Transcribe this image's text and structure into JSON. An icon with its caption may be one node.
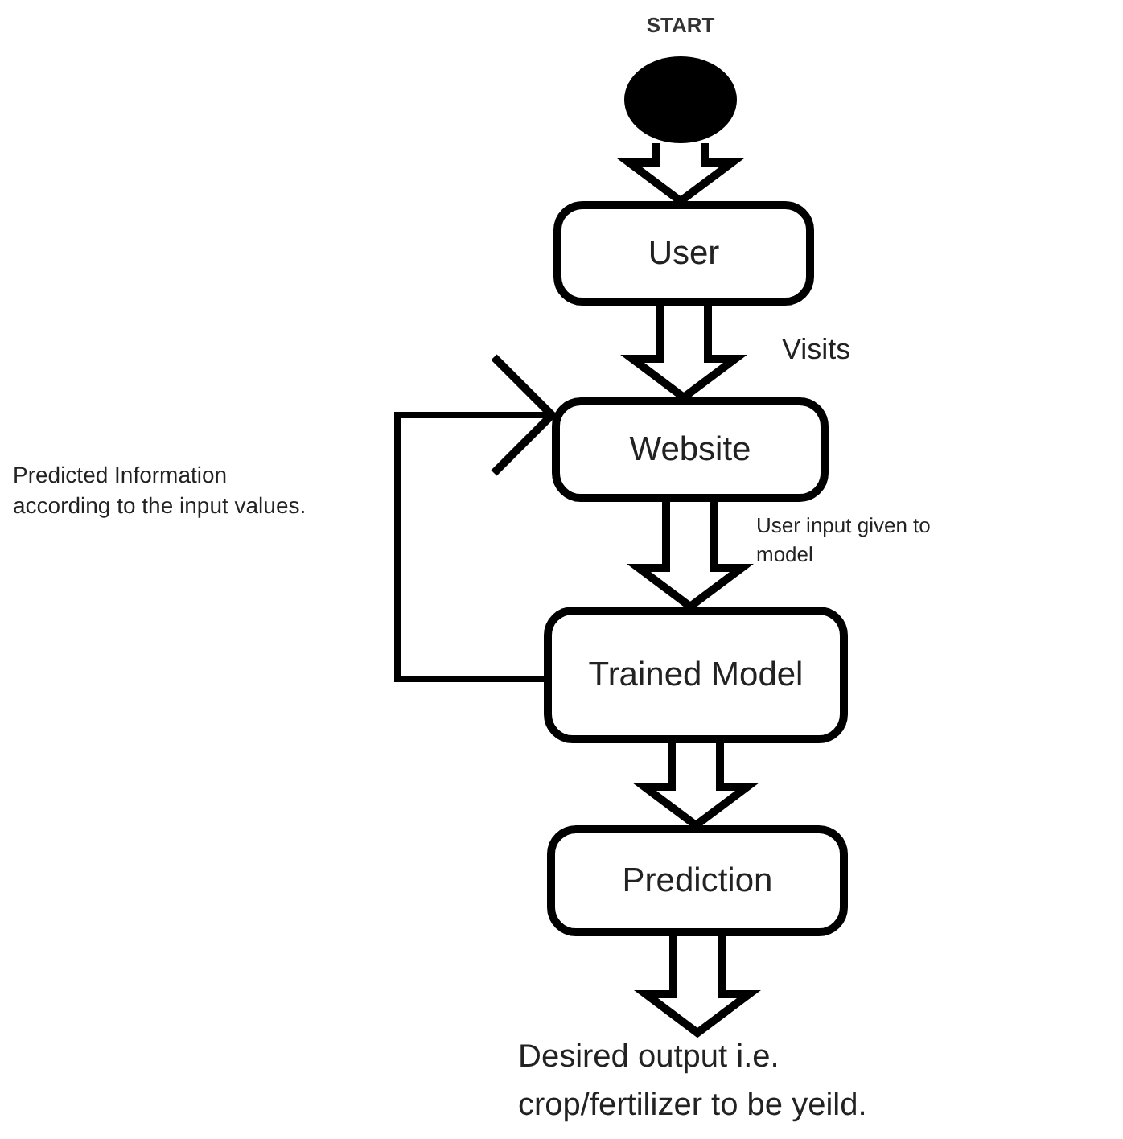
{
  "diagram": {
    "nodes": [
      {
        "text": [
          "START"
        ]
      },
      {
        "text": [
          "User"
        ]
      },
      {
        "text": [
          "Website"
        ]
      },
      {
        "text": [
          "Trained Model"
        ]
      },
      {
        "text": [
          "Prediction"
        ]
      },
      {
        "text": [
          "Desired output i.e. crop/fertilizer to be yeild."
        ]
      }
    ],
    "edges": [
      {
        "from": 0,
        "to": 1,
        "arrow": "to"
      },
      {
        "from": 1,
        "to": 2,
        "arrow": "to",
        "label": "Visits"
      },
      {
        "from": 2,
        "to": 3,
        "arrow": "to",
        "label": "User input given to model"
      },
      {
        "from": 3,
        "to": 2,
        "arrow": "to",
        "label": "Predicted Information according to the input values."
      },
      {
        "from": 3,
        "to": 4,
        "arrow": "to"
      },
      {
        "from": 4,
        "to": 5,
        "arrow": "to"
      }
    ]
  }
}
